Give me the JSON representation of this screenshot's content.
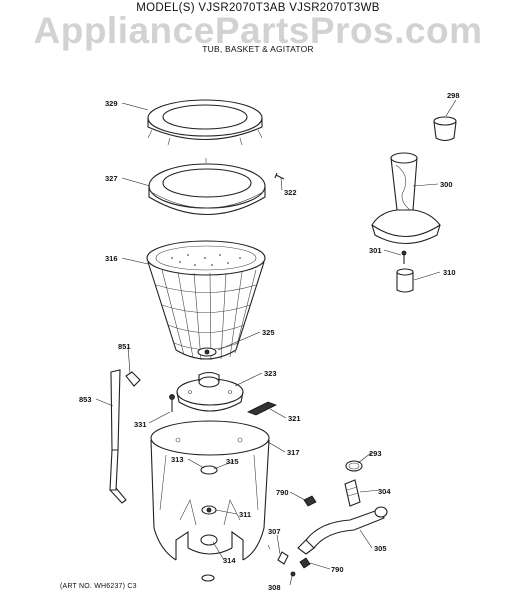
{
  "header": {
    "model": "MODEL(S) VJSR2070T3AB VJSR2070T3WB",
    "watermark": "AppliancePartsPros.com",
    "subtitle": "TUB, BASKET & AGITATOR"
  },
  "footer": {
    "art_no": "(ART NO. WH6237) C3"
  },
  "callouts": {
    "c329": "329",
    "c298": "298",
    "c327": "327",
    "c322": "322",
    "c300": "300",
    "c316": "316",
    "c301": "301",
    "c310": "310",
    "c325": "325",
    "c851": "851",
    "c323": "323",
    "c853": "853",
    "c331": "331",
    "c321": "321",
    "c317": "317",
    "c313": "313",
    "c315": "315",
    "c293": "293",
    "c790a": "790",
    "c304": "304",
    "c311": "311",
    "c307": "307",
    "c305": "305",
    "c790b": "790",
    "c314": "314",
    "c308": "308"
  },
  "colors": {
    "line": "#222222",
    "watermark": "#d2d2d2",
    "background": "#ffffff"
  }
}
